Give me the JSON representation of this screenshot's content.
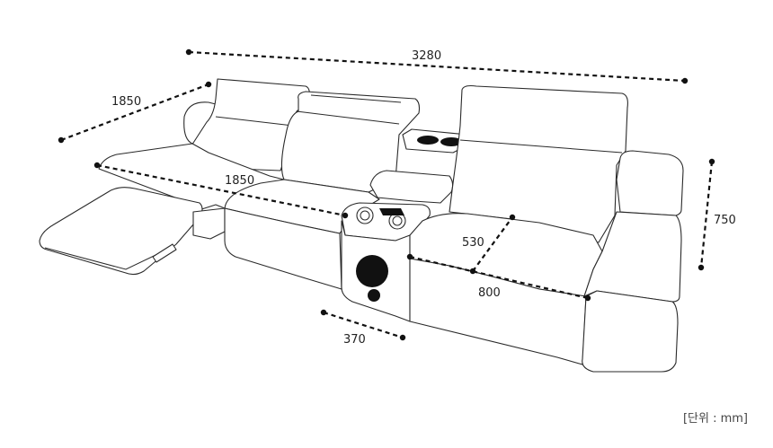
{
  "dimensions": {
    "total_width": "3280",
    "chaise_depth": "1850",
    "recliner_extended_depth": "1850",
    "console_width": "370",
    "seat_depth": "530",
    "seat_width": "800",
    "height": "750"
  },
  "unit_note": "[단위 : mm]"
}
